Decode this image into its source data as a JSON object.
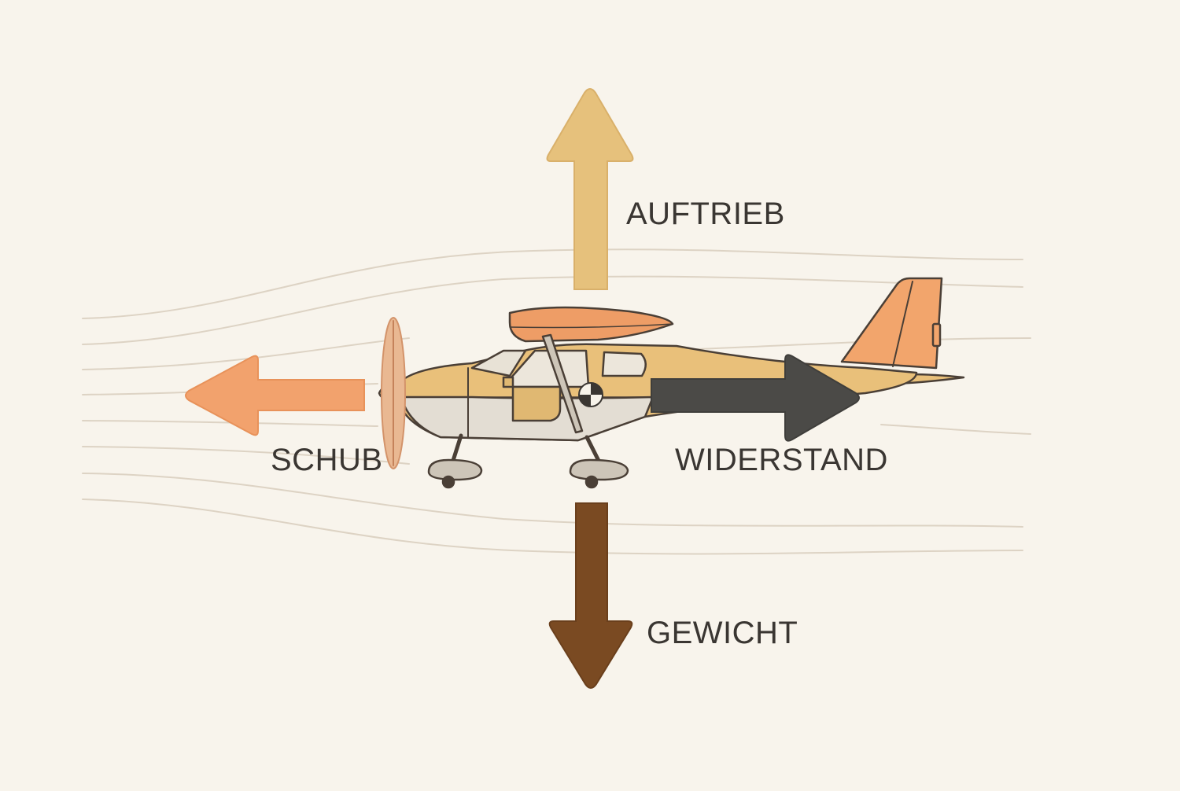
{
  "forces": {
    "lift": {
      "label": "AUFTRIEB",
      "color": "#e6c17c"
    },
    "weight": {
      "label": "GEWICHT",
      "color": "#7a4a22"
    },
    "thrust": {
      "label": "SCHUB",
      "color": "#f2a26d"
    },
    "drag": {
      "label": "WIDERSTAND",
      "color": "#4b4a47"
    }
  },
  "colors": {
    "background": "#f8f4ec",
    "airflow": "#ddd3c4",
    "fuselage_top": "#e9c07a",
    "fuselage_bottom": "#e3ddd3",
    "wing": "#ee9d66",
    "tail": "#f2a56c",
    "outline": "#4a3f36"
  }
}
